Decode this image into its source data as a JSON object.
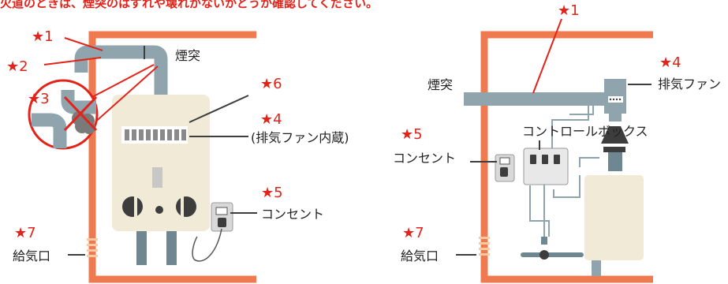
{
  "header": {
    "text": "火道のときは、煙突のはずれや壊れがないかどうか確認してください。"
  },
  "left_diagram": {
    "star1": "★1",
    "star2": "★2",
    "star3": "★3",
    "chimney": "煙突",
    "star6": "★6",
    "star4": "★4",
    "fan_builtin": "(排気ファン内蔵)",
    "star5": "★5",
    "outlet": "コンセント",
    "star7": "★7",
    "air_intake": "給気口"
  },
  "right_diagram": {
    "star1": "★1",
    "star4": "★4",
    "exhaust_fan": "排気ファン",
    "chimney": "煙突",
    "star5": "★5",
    "outlet": "コンセント",
    "control_box": "コントロールボックス",
    "star7": "★7",
    "air_intake": "給気口"
  },
  "colors": {
    "wall": "#f07a4f",
    "pipe": "#8fa4ad",
    "heater": "#f1ead6",
    "accent_red": "#e2231a",
    "dark": "#3d3d3d"
  }
}
